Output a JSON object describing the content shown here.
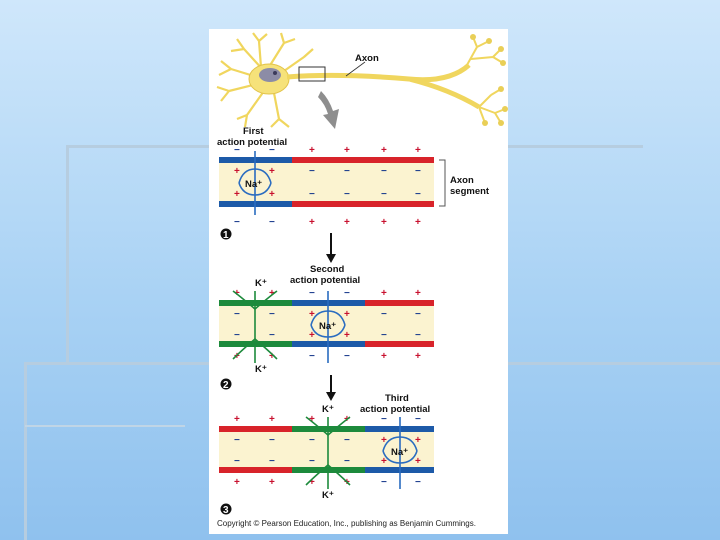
{
  "labels": {
    "axon": "Axon",
    "first_ap": [
      "First",
      "action potential"
    ],
    "second_ap": [
      "Second",
      "action potential"
    ],
    "third_ap": [
      "Third",
      "action potential"
    ],
    "axon_segment": [
      "Axon",
      "segment"
    ],
    "na": "Na⁺",
    "k": "K⁺",
    "plus": "+",
    "minus": "−",
    "steps": [
      "1",
      "2",
      "3"
    ]
  },
  "copyright": "Copyright © Pearson Education, Inc., publishing as Benjamin Cummings.",
  "colors": {
    "depolarized": "#1d5aa8",
    "resting": "#d8232a",
    "repolarizing": "#1d8a3c",
    "cytoplasm": "#fbf3d0",
    "plus_sign": "#c8102e",
    "minus_sign": "#1f3f8f",
    "na_arrow": "#2a6cc0",
    "k_arrow": "#1d8a3c",
    "neuron": "#f6e27a"
  }
}
